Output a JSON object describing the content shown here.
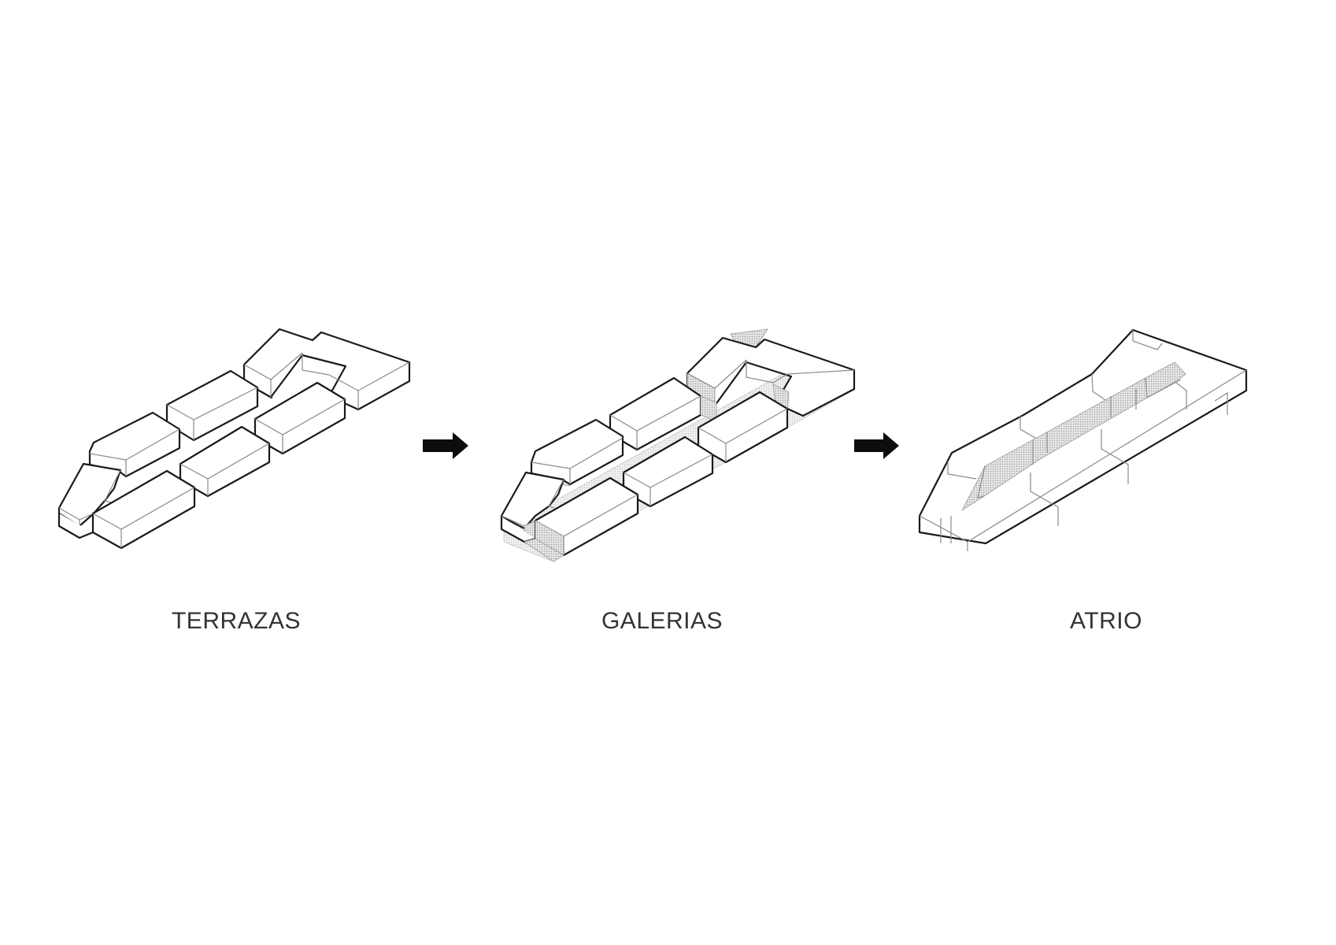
{
  "diagram": {
    "type": "architectural-axonometric-sequence",
    "stages": [
      {
        "label": "TERRAZAS",
        "description": "Separated blocks with terraces"
      },
      {
        "label": "GALERIAS",
        "description": "Blocks linked by shaded galleries"
      },
      {
        "label": "ATRIO",
        "description": "Unified volume with central shaded atrium"
      }
    ],
    "connectors": [
      {
        "from": 0,
        "to": 1,
        "icon": "right-arrow-icon"
      },
      {
        "from": 1,
        "to": 2,
        "icon": "right-arrow-icon"
      }
    ],
    "colors": {
      "outline": "#1a1a1a",
      "inner_line": "#8a8a8a",
      "shade": "#cfcfcf",
      "label": "#333333",
      "background": "#ffffff"
    }
  }
}
